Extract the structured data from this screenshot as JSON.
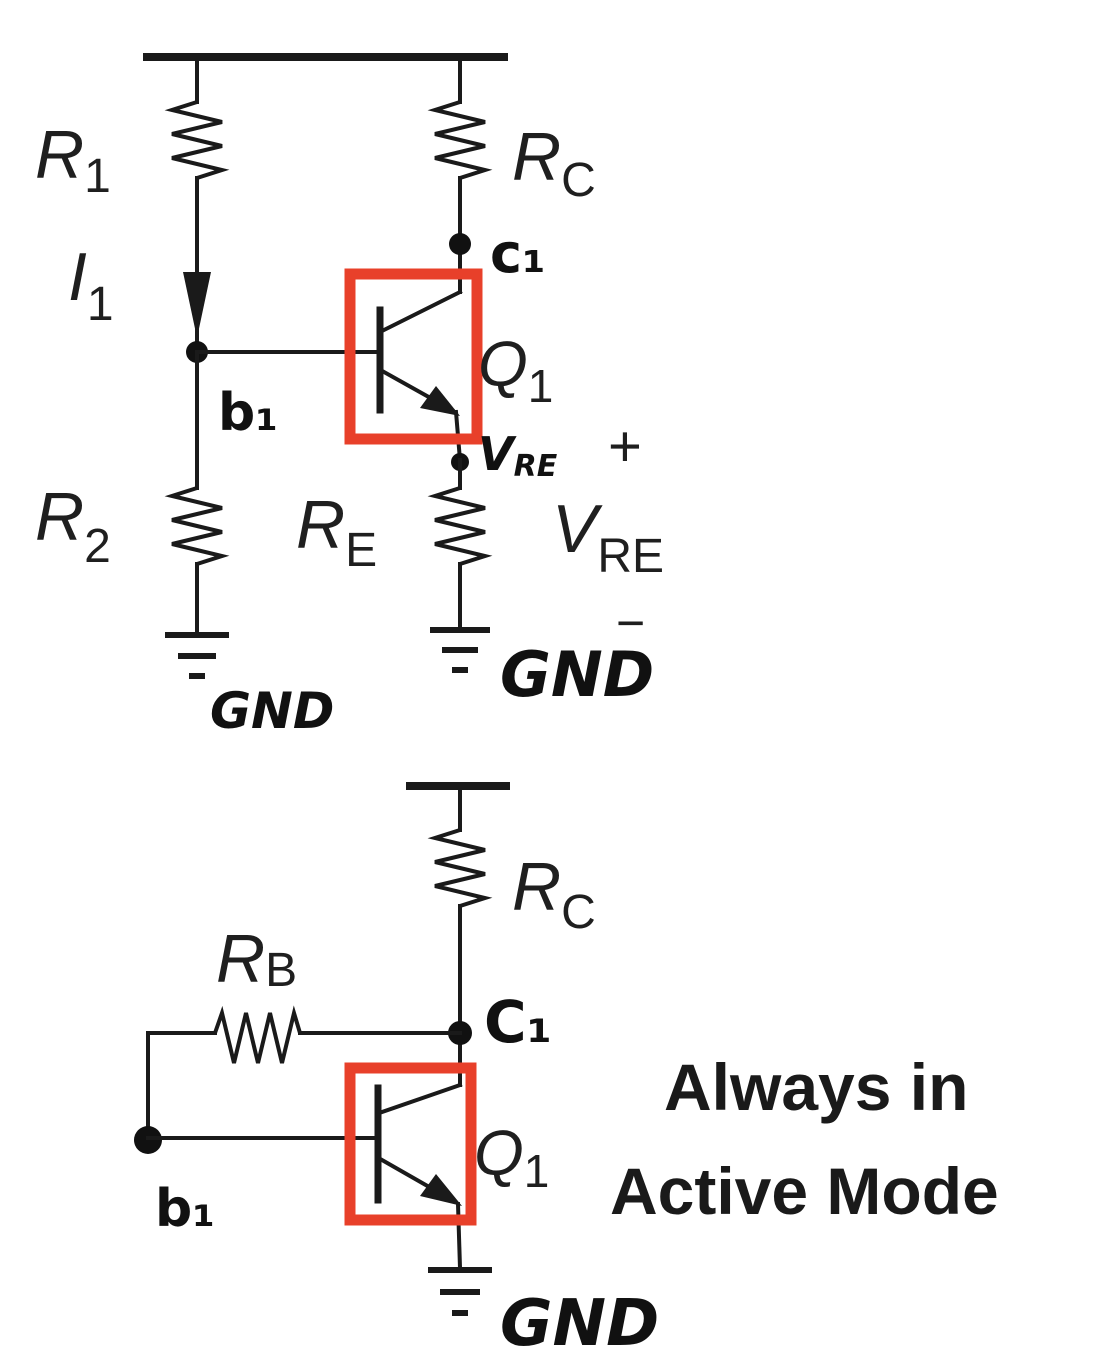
{
  "top_circuit": {
    "r1": "R",
    "r1_sub": "1",
    "rc": "R",
    "rc_sub": "C",
    "i1": "I",
    "i1_sub": "1",
    "c1": "c₁",
    "q1": "Q",
    "q1_sub": "1",
    "b1": "b₁",
    "vre_node": "V",
    "vre_node_sub": "RE",
    "plus": "+",
    "r2": "R",
    "r2_sub": "2",
    "re": "R",
    "re_sub": "E",
    "vre": "V",
    "vre_sub": "RE",
    "minus": "−",
    "gnd_left": "GND",
    "gnd_right": "GND"
  },
  "bottom_circuit": {
    "rc": "R",
    "rc_sub": "C",
    "rb": "R",
    "rb_sub": "B",
    "c1": "C₁",
    "q1": "Q",
    "q1_sub": "1",
    "b1": "b₁",
    "gnd": "GND",
    "caption_line1": "Always in",
    "caption_line2": "Active Mode"
  },
  "colors": {
    "wire": "#1a1a1a",
    "highlight": "#e8402a",
    "background": "#ffffff"
  }
}
